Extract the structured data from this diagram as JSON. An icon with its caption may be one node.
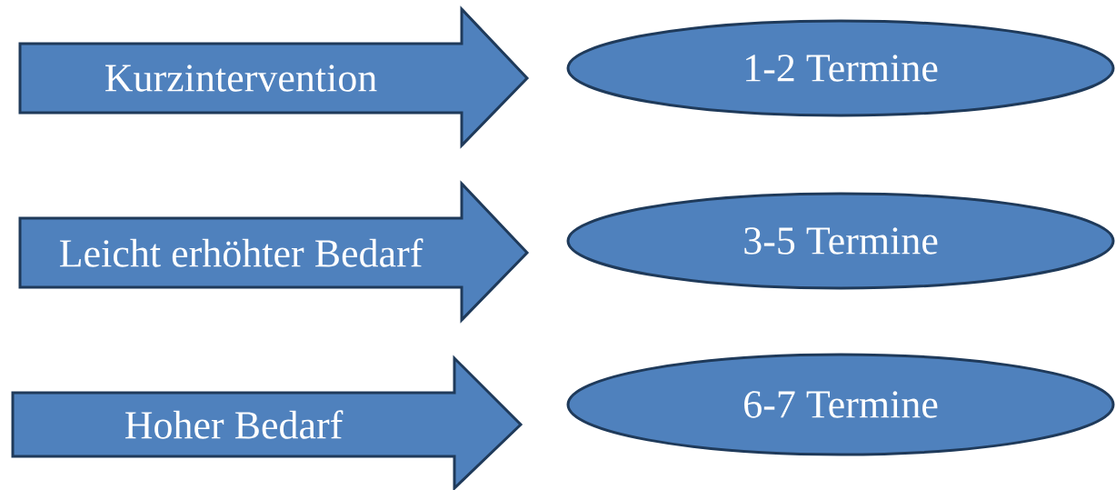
{
  "diagram": {
    "nodes": [
      {
        "text": [
          "Kurzintervention"
        ]
      },
      {
        "text": [
          "1-2 Termine"
        ]
      },
      {
        "text": [
          "Leicht erhöhter Bedarf"
        ]
      },
      {
        "text": [
          "3-5 Termine"
        ]
      },
      {
        "text": [
          "Hoher Bedarf"
        ]
      },
      {
        "text": [
          "6-7 Termine"
        ]
      }
    ]
  }
}
